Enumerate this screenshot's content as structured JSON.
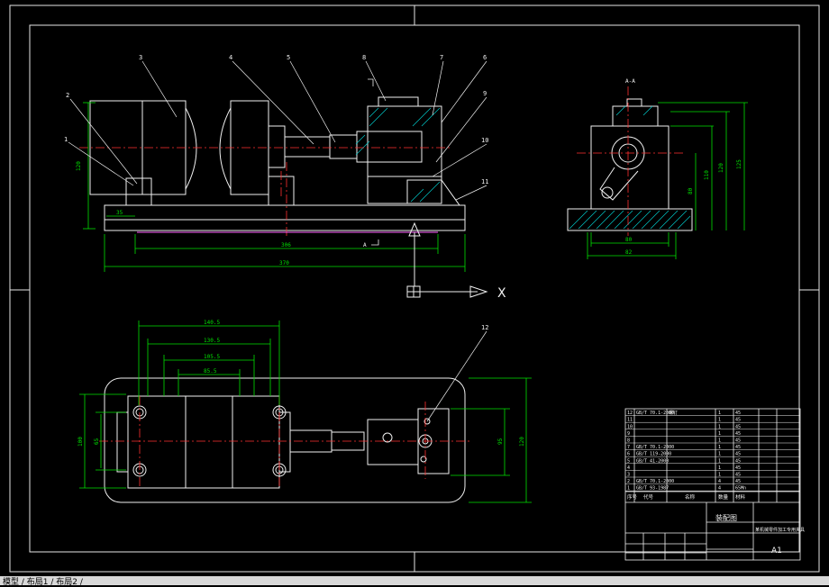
{
  "view_labels": {
    "section": "A-A",
    "arrow": "A"
  },
  "ucs": {
    "axis_label": "X"
  },
  "balloons": [
    "1",
    "2",
    "3",
    "4",
    "5",
    "6",
    "7",
    "8",
    "9",
    "10",
    "11",
    "12"
  ],
  "front_dims": {
    "height": "120",
    "base_offset": "35",
    "inner": "306",
    "overall": "370"
  },
  "side_dims": {
    "width_inner": "80",
    "width_outer": "82",
    "h1": "80",
    "h2": "110",
    "h3": "120",
    "h4": "125"
  },
  "top_dims": {
    "d1": "140.5",
    "d2": "130.5",
    "d3": "105.5",
    "d4": "85.5",
    "left_outer": "100",
    "left_inner": "65",
    "right_inner": "95",
    "right_outer": "120"
  },
  "title_block": {
    "drawing_title": "装配图",
    "sheet_size": "A1",
    "parts_header": [
      "序号",
      "代号",
      "名称",
      "数量",
      "材料"
    ],
    "parts_rows": [
      [
        "12",
        "GB/T 70.1-2000",
        "螺钉",
        "1",
        "45"
      ],
      [
        "11",
        "",
        "",
        "1",
        "45"
      ],
      [
        "10",
        "",
        "",
        "1",
        "45"
      ],
      [
        "9",
        "",
        "",
        "1",
        "45"
      ],
      [
        "8",
        "",
        "",
        "1",
        "45"
      ],
      [
        "7",
        "GB/T 70.1-2000",
        "",
        "1",
        "45"
      ],
      [
        "6",
        "GB/T 119-2000",
        "",
        "1",
        "45"
      ],
      [
        "5",
        "GB/T 41-2000",
        "",
        "1",
        "45"
      ],
      [
        "4",
        "",
        "",
        "1",
        "45"
      ],
      [
        "3",
        "",
        "",
        "1",
        "45"
      ],
      [
        "2",
        "GB/T 70.1-2000",
        "",
        "4",
        "45"
      ],
      [
        "1",
        "GB/T 93-1987",
        "",
        "4",
        "65Mn"
      ]
    ],
    "company_line": "某机械零件加工专用夹具"
  },
  "status_bar": "模型 / 布局1 / 布局2 /"
}
